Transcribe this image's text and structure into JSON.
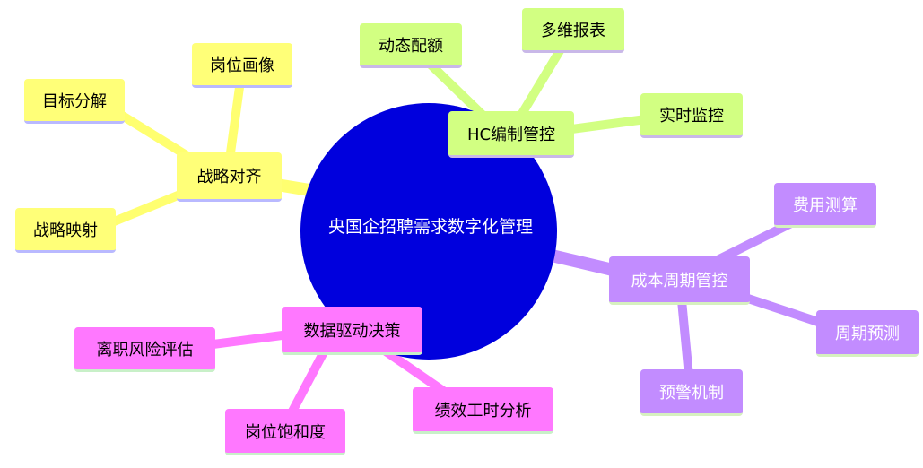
{
  "center": {
    "label": "央国企招聘需求数字化管理",
    "color": "#0000dd"
  },
  "branches": {
    "strategy": {
      "label": "战略对齐",
      "color": "#ffff70",
      "children": [
        "岗位画像",
        "目标分解",
        "战略映射"
      ]
    },
    "hc": {
      "label": "HC编制管控",
      "color": "#d2ff82",
      "children": [
        "动态配额",
        "多维报表",
        "实时监控"
      ]
    },
    "cost": {
      "label": "成本周期管控",
      "color": "#c28cff",
      "children": [
        "费用测算",
        "周期预测",
        "预警机制"
      ]
    },
    "data": {
      "label": "数据驱动决策",
      "color": "#ff78ff",
      "children": [
        "离职风险评估",
        "岗位饱和度",
        "绩效工时分析"
      ]
    }
  }
}
